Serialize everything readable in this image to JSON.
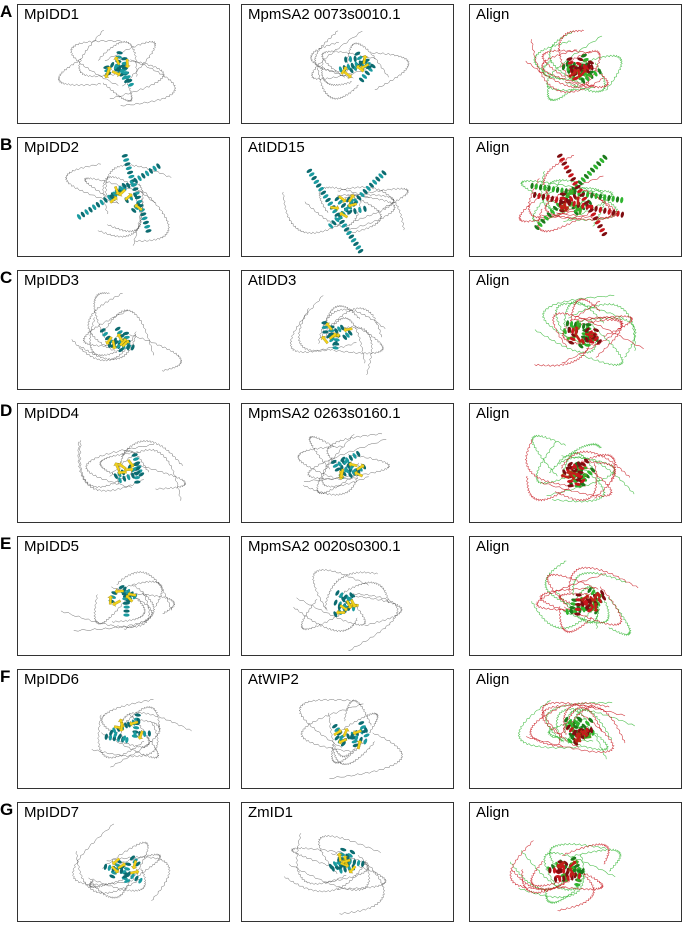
{
  "figure": {
    "rows": [
      {
        "letter": "A",
        "panels": [
          {
            "label": "MpIDD1",
            "style": "single"
          },
          {
            "label": "MpmSA2 0073s0010.1",
            "style": "single"
          },
          {
            "label": "Align",
            "style": "align"
          }
        ]
      },
      {
        "letter": "B",
        "panels": [
          {
            "label": "MpIDD2",
            "style": "single"
          },
          {
            "label": "AtIDD15",
            "style": "single"
          },
          {
            "label": "Align",
            "style": "align"
          }
        ]
      },
      {
        "letter": "C",
        "panels": [
          {
            "label": "MpIDD3",
            "style": "single"
          },
          {
            "label": "AtIDD3",
            "style": "single"
          },
          {
            "label": "Align",
            "style": "align"
          }
        ]
      },
      {
        "letter": "D",
        "panels": [
          {
            "label": "MpIDD4",
            "style": "single"
          },
          {
            "label": "MpmSA2 0263s0160.1",
            "style": "single"
          },
          {
            "label": "Align",
            "style": "align"
          }
        ]
      },
      {
        "letter": "E",
        "panels": [
          {
            "label": "MpIDD5",
            "style": "single"
          },
          {
            "label": "MpmSA2 0020s0300.1",
            "style": "single"
          },
          {
            "label": "Align",
            "style": "align"
          }
        ]
      },
      {
        "letter": "F",
        "panels": [
          {
            "label": "MpIDD6",
            "style": "single"
          },
          {
            "label": "AtWIP2",
            "style": "single"
          },
          {
            "label": "Align",
            "style": "align"
          }
        ]
      },
      {
        "letter": "G",
        "panels": [
          {
            "label": "MpIDD7",
            "style": "single"
          },
          {
            "label": "ZmID1",
            "style": "single"
          },
          {
            "label": "Align",
            "style": "align"
          }
        ]
      }
    ],
    "colors": {
      "helix": "#1a9ba0",
      "helix_dark": "#0c6b70",
      "sheet": "#f2d21a",
      "coil": "#555555",
      "align_a": "#2fb52f",
      "align_b": "#c8161d",
      "border": "#333333"
    }
  }
}
